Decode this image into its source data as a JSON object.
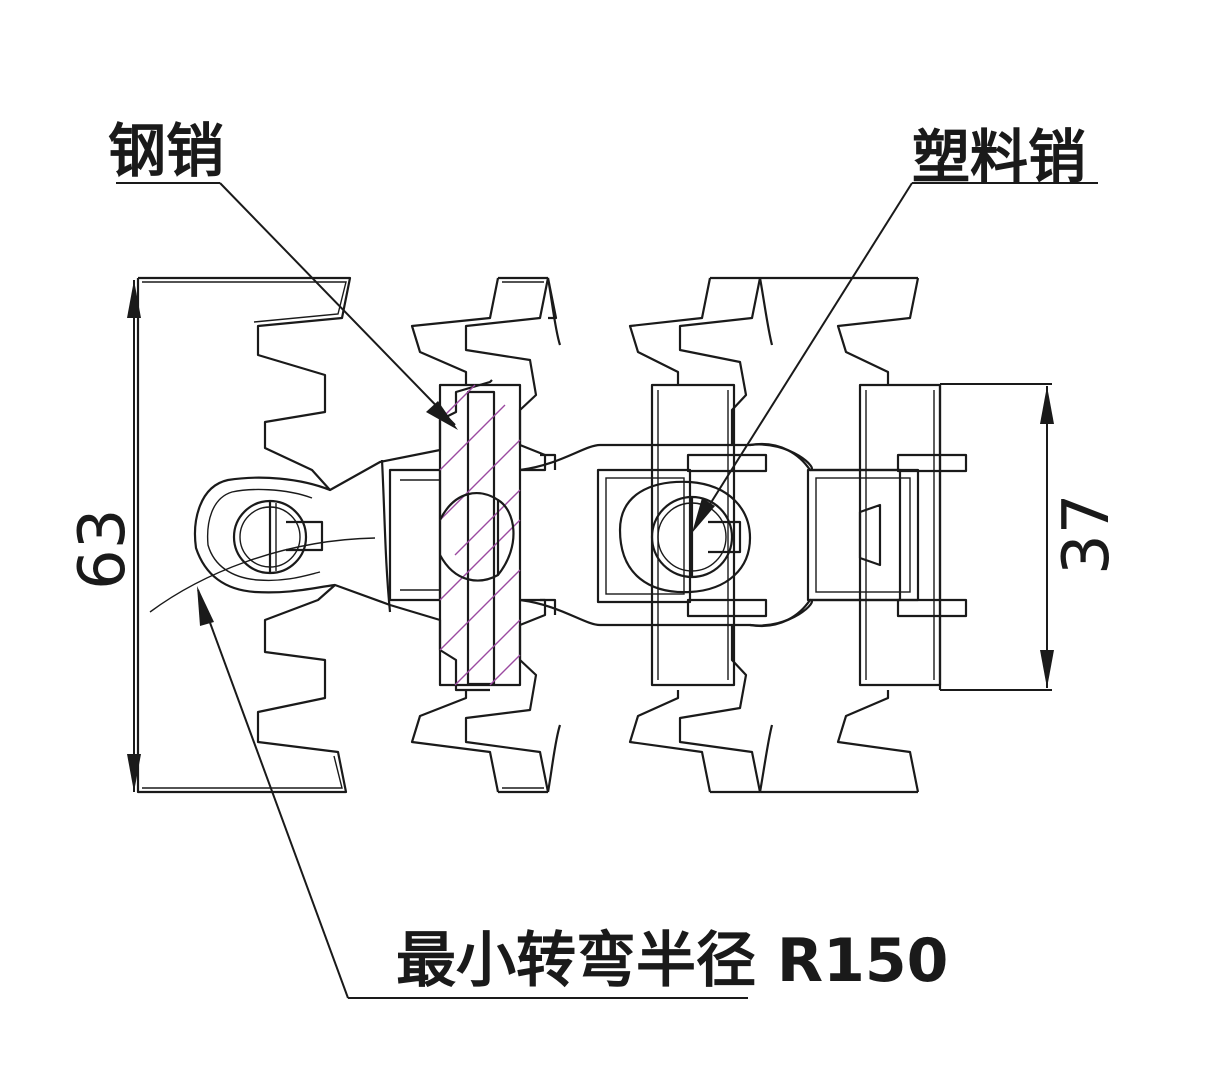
{
  "labels": {
    "steel_pin": "钢销",
    "plastic_pin": "塑料销",
    "min_turn_radius": "最小转弯半径 R150"
  },
  "dimensions": {
    "overall_width": "63",
    "pin_section_width": "37"
  },
  "colors": {
    "line": "#1a1a1a",
    "hatch": "#9b4aa0",
    "background": "#ffffff"
  }
}
